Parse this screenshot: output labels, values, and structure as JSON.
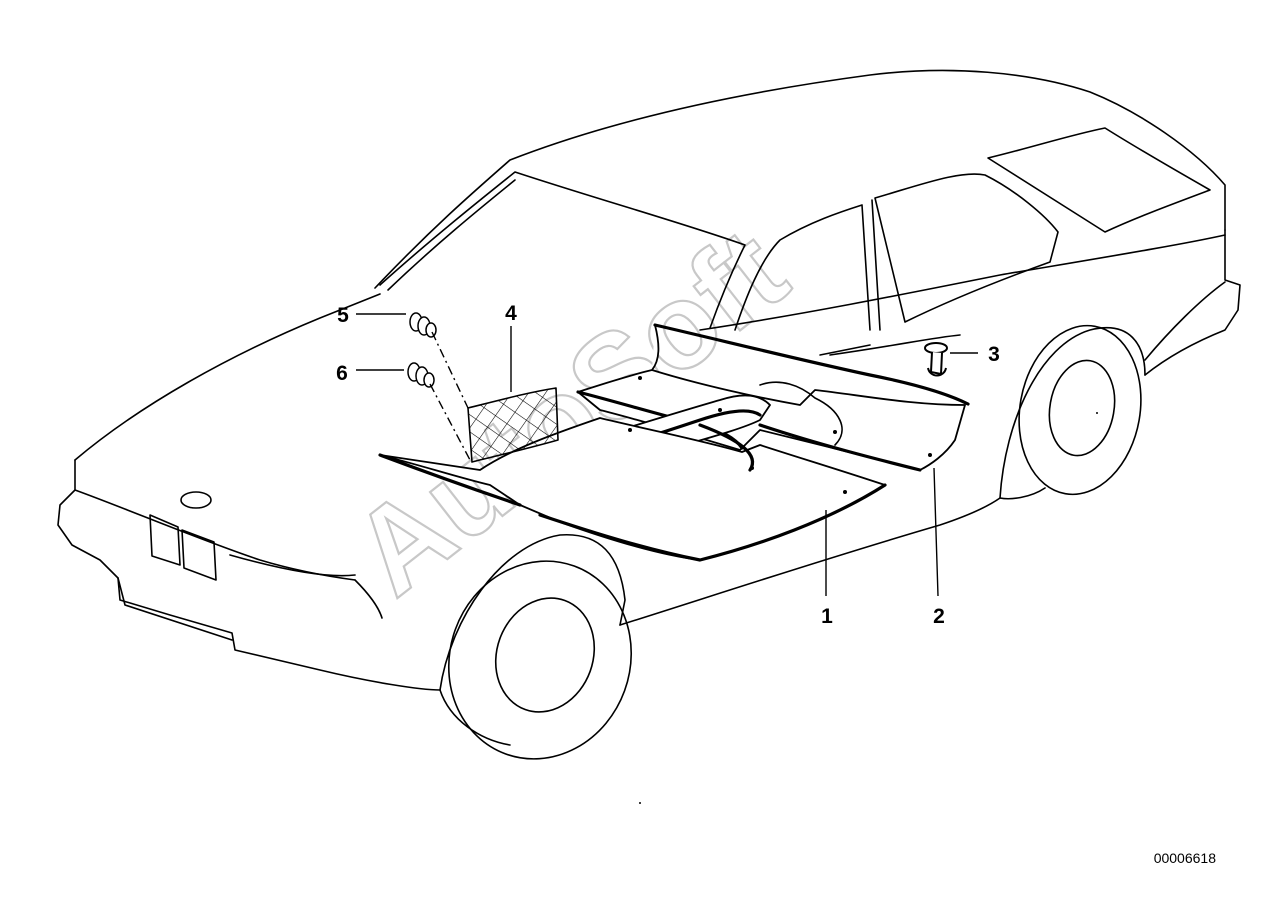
{
  "diagram": {
    "callouts": [
      {
        "id": "callout-1",
        "label": "1"
      },
      {
        "id": "callout-2",
        "label": "2"
      },
      {
        "id": "callout-3",
        "label": "3"
      },
      {
        "id": "callout-4",
        "label": "4"
      },
      {
        "id": "callout-5",
        "label": "5"
      },
      {
        "id": "callout-6",
        "label": "6"
      }
    ],
    "document_id": "00006618",
    "watermark": "AutoSoft"
  }
}
